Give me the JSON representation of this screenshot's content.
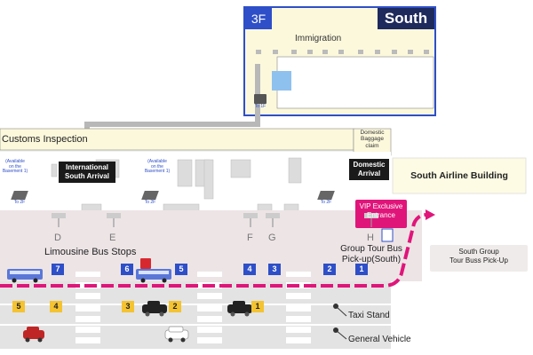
{
  "floor3": {
    "label": "3F",
    "south": "South",
    "immigration": "Immigration"
  },
  "to1f": "To 1F",
  "customs": "Customs Inspection",
  "domestic_baggage": [
    "Domestic",
    "Baggage",
    "claim"
  ],
  "available_basement": [
    "(Available",
    "on the",
    "Basement 1)"
  ],
  "arrival_intl": [
    "International",
    "South Arrival"
  ],
  "arrival_domestic": [
    "Domestic",
    "Arrival"
  ],
  "south_airline_building": "South Airline Building",
  "to2f": "To 2F",
  "vip_entrance": [
    "VIP Exclusive",
    "Entrance"
  ],
  "stop_letters": [
    "D",
    "E",
    "F",
    "G",
    "H"
  ],
  "limousine_bus_stops": "Limousine Bus Stops",
  "group_tour_bus": [
    "Group Tour Bus",
    "Pick-up(South)"
  ],
  "south_group_pickup": [
    "South Group",
    "Tour Buss Pick-Up"
  ],
  "blue_stop_numbers": [
    "7",
    "6",
    "5",
    "4",
    "3",
    "2",
    "1"
  ],
  "yellow_stop_numbers": [
    "5",
    "4",
    "3",
    "2",
    "1"
  ],
  "taxi_stand": "Taxi Stand",
  "general_vehicle": "General Vehicle",
  "colors": {
    "navy": "#1e2a5c",
    "bus_blue": "#2e4fc8",
    "route_magenta": "#e0157a",
    "taxi_yellow": "#f4c331",
    "floor_cream": "#fcf8dc",
    "building_gray": "#f1f1ee",
    "arrow_gray": "#b8b8b8"
  }
}
